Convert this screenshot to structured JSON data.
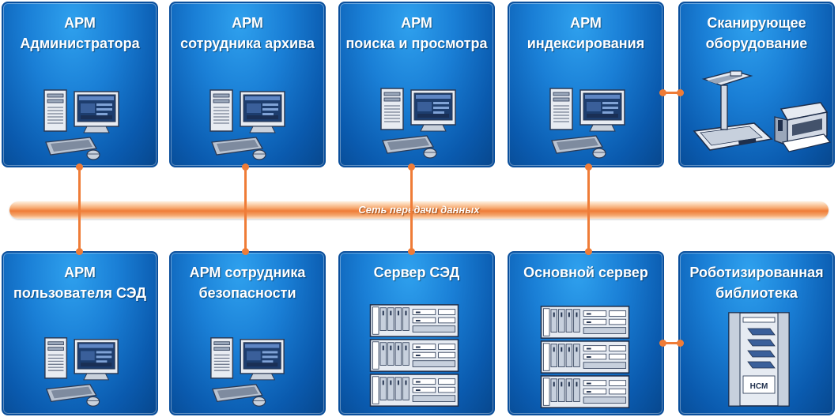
{
  "network": {
    "label": "Сеть передачи данных"
  },
  "workstations": [
    {
      "line1": "АРМ",
      "line2": "Администратора",
      "icon": "workstation-icon"
    },
    {
      "line1": "АРМ",
      "line2": "сотрудника архива",
      "icon": "workstation-icon"
    },
    {
      "line1": "АРМ",
      "line2": "поиска и просмотра",
      "icon": "workstation-icon"
    },
    {
      "line1": "АРМ",
      "line2": "индексирования",
      "icon": "workstation-icon"
    },
    {
      "line1": "АРМ",
      "line2": "пользователя СЭД",
      "icon": "workstation-icon"
    },
    {
      "line1": "АРМ сотрудника",
      "line2": "безопасности",
      "icon": "workstation-icon"
    }
  ],
  "scanners": {
    "line1": "Сканирующее",
    "line2": "оборудование",
    "icon": "scanner-icon"
  },
  "sed_server": {
    "title": "Сервер СЭД",
    "icon": "server-rack-icon"
  },
  "main_server": {
    "title": "Основной сервер",
    "icon": "server-rack-icon"
  },
  "robotic_library": {
    "line1": "Роботизированная",
    "line2": "библиотека",
    "icon": "tape-library-icon",
    "brand": "HCM"
  },
  "colors": {
    "box": "#1a7fd6",
    "box_border": "#0a4f9c",
    "connector": "#ef7c37"
  }
}
